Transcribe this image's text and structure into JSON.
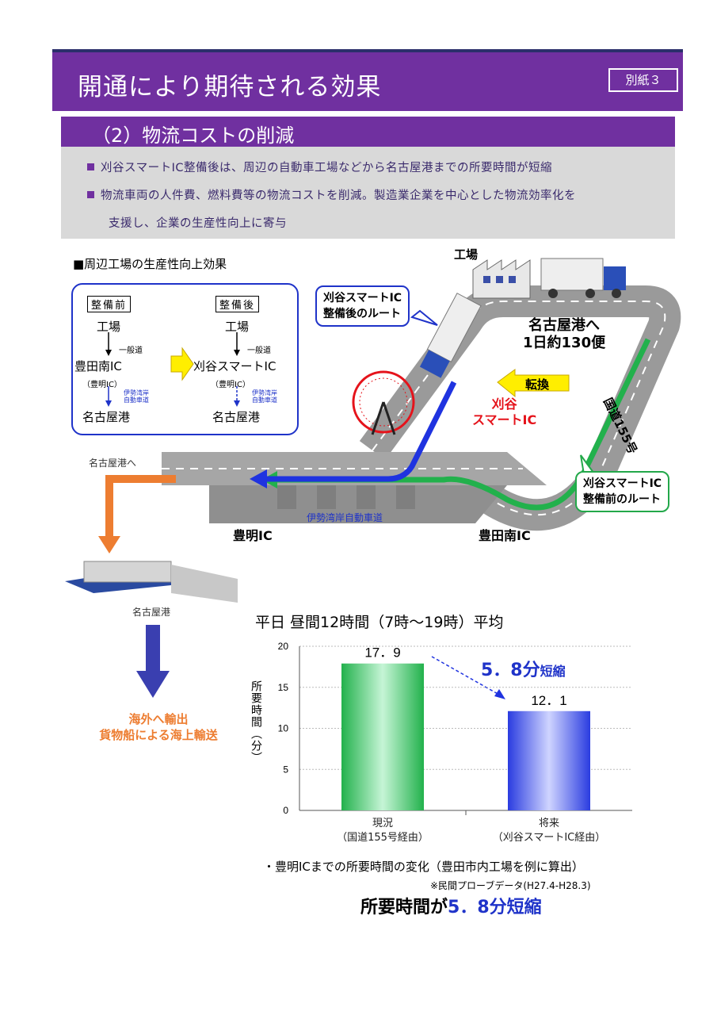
{
  "header": {
    "title": "開通により期待される効果",
    "tag": "別紙３"
  },
  "section": {
    "title": "（2）物流コストの削減",
    "bullets": [
      "刈谷スマートIC整備後は、周辺の自動車工場などから名古屋港までの所要時間が短縮",
      "物流車両の人件費、燃料費等の物流コストを削減。製造業企業を中心とした物流効率化を",
      "支援し、企業の生産性向上に寄与"
    ]
  },
  "productivity": {
    "heading": "■周辺工場の生産性向上効果",
    "before": {
      "stage": "整備前",
      "start": "工場",
      "road1": "一般道",
      "ic": "豊田南IC",
      "ic_sub": "（豊明IC）",
      "road2a": "伊勢湾岸",
      "road2b": "自動車道",
      "end": "名古屋港"
    },
    "after": {
      "stage": "整備後",
      "start": "工場",
      "road1": "一般道",
      "ic": "刈谷スマートIC",
      "ic_sub": "（豊明IC）",
      "road2a": "伊勢湾岸",
      "road2b": "自動車道",
      "end": "名古屋港"
    }
  },
  "map": {
    "factory": "工場",
    "callout_after": [
      "刈谷スマートIC",
      "整備後のルート"
    ],
    "callout_before": [
      "刈谷スマートIC",
      "整備前のルート"
    ],
    "port_line1": "名古屋港へ",
    "port_line2": "1日約130便",
    "switch": "転換",
    "smart_ic_1": "刈谷",
    "smart_ic_2": "スマートIC",
    "route155": "国道155号",
    "toyoake_ic": "豊明IC",
    "toyota_minami_ic": "豊田南IC",
    "isewan": "伊勢湾岸自動車道",
    "to_port": "名古屋港へ",
    "port": "名古屋港",
    "export_1": "海外へ輸出",
    "export_2": "貨物船による海上輸送"
  },
  "chart_data": {
    "type": "bar",
    "title": "平日 昼間12時間（7時～19時）平均",
    "ylabel": "所要時間（分）",
    "ylim": [
      0,
      20
    ],
    "yticks": [
      0,
      5,
      10,
      15,
      20
    ],
    "categories": [
      [
        "現況",
        "（国道155号経由）"
      ],
      [
        "将来",
        "（刈谷スマートIC経由）"
      ]
    ],
    "values": [
      17.9,
      12.1
    ],
    "value_labels": [
      "17．9",
      "12．1"
    ],
    "annotation_value": "5．8分",
    "annotation_unit": "短縮",
    "colors": [
      "#2ecc71",
      "#3b4fe0"
    ]
  },
  "notes": {
    "note1": "・豊明ICまでの所要時間の変化（豊田市内工場を例に算出）",
    "note2": "※民間プローブデータ(H27.4-H28.3)",
    "summary_a": "所要時間が",
    "summary_b": "5．8分短縮"
  }
}
